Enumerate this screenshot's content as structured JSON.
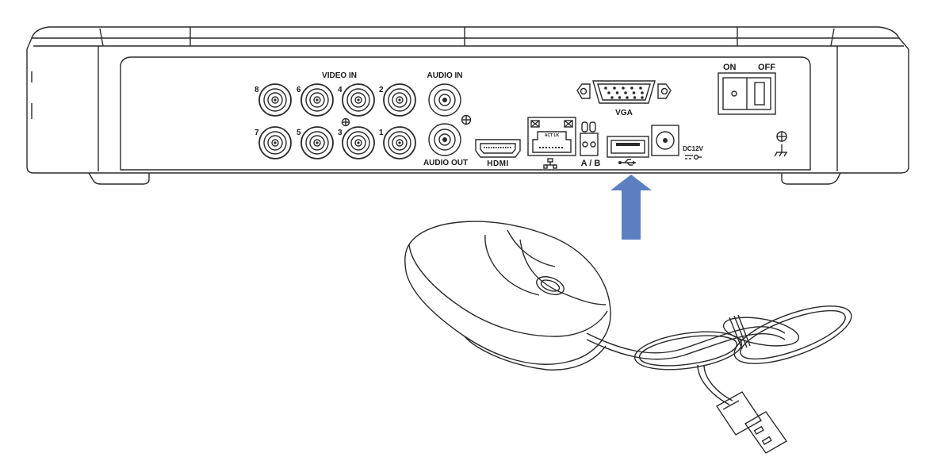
{
  "rear_panel": {
    "video_in_label": "VIDEO IN",
    "audio_in_label": "AUDIO IN",
    "audio_out_label": "AUDIO OUT",
    "hdmi_label": "HDMI",
    "vga_label": "VGA",
    "rs485_label": "A / B",
    "power_label": "DC12V",
    "switch_on_label": "ON",
    "switch_off_label": "OFF",
    "video_channels_top": [
      "8",
      "6",
      "4",
      "2"
    ],
    "video_channels_bottom": [
      "7",
      "5",
      "3",
      "1"
    ],
    "ethernet_port_text": "ACT LK"
  },
  "arrow": {
    "color": "#5b7fc0",
    "direction": "up",
    "target": "usb-port"
  },
  "icons": {
    "usb": "usb-symbol-icon",
    "ground": "ground-icon",
    "network": "network-icon",
    "dc_polarity": "dc-polarity-icon"
  },
  "colors": {
    "line": "#2a2a2a",
    "panel_fill": "#ffffff",
    "arrow": "#5b7fc0"
  }
}
